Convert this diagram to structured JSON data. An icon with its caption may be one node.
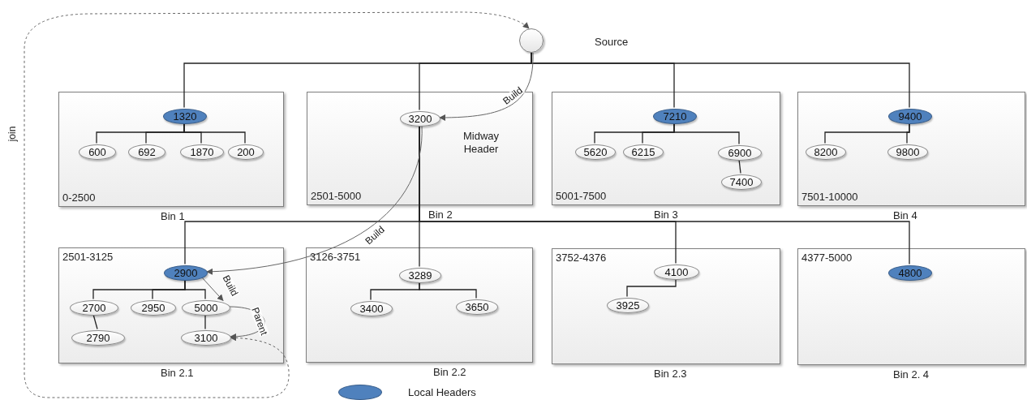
{
  "diagram": {
    "nodes": [
      {
        "text": [],
        "shape": "circle"
      },
      {
        "text": [
          "0-2500",
          "Bin 1"
        ]
      },
      {
        "text": [
          "1320"
        ],
        "in": 1
      },
      {
        "text": [
          "600"
        ],
        "in": 1
      },
      {
        "text": [
          "692"
        ],
        "in": 1
      },
      {
        "text": [
          "1870"
        ],
        "in": 1
      },
      {
        "text": [
          "200"
        ],
        "in": 1
      },
      {
        "text": [
          "2501-5000",
          "Bin 2"
        ]
      },
      {
        "text": [
          "3200"
        ],
        "in": 7,
        "beside": [
          "Midway Header"
        ]
      },
      {
        "text": [
          "5001-7500",
          "Bin 3"
        ]
      },
      {
        "text": [
          "7210"
        ],
        "in": 9
      },
      {
        "text": [
          "5620"
        ],
        "in": 9
      },
      {
        "text": [
          "6215"
        ],
        "in": 9
      },
      {
        "text": [
          "6900"
        ],
        "in": 9
      },
      {
        "text": [
          "7400"
        ],
        "in": 9
      },
      {
        "text": [
          "7501-10000",
          "Bin 4"
        ]
      },
      {
        "text": [
          "9400"
        ],
        "in": 15
      },
      {
        "text": [
          "8200"
        ],
        "in": 15
      },
      {
        "text": [
          "9800"
        ],
        "in": 15
      },
      {
        "text": [
          "2501-3125",
          "Bin 2.1"
        ]
      },
      {
        "text": [
          "2900"
        ],
        "in": 19
      },
      {
        "text": [
          "2700"
        ],
        "in": 19
      },
      {
        "text": [
          "2950"
        ],
        "in": 19
      },
      {
        "text": [
          "5000"
        ],
        "in": 19
      },
      {
        "text": [
          "2790"
        ],
        "in": 19
      },
      {
        "text": [
          "3100"
        ],
        "in": 19
      },
      {
        "text": [
          "3126-3751",
          "Bin 2.2"
        ]
      },
      {
        "text": [
          "3289"
        ],
        "in": 26
      },
      {
        "text": [
          "3400"
        ],
        "in": 26
      },
      {
        "text": [
          "3650"
        ],
        "in": 26
      },
      {
        "text": [
          "3752-4376",
          "Bin 2.3"
        ]
      },
      {
        "text": [
          "4100"
        ],
        "in": 30
      },
      {
        "text": [
          "3925"
        ],
        "in": 30
      },
      {
        "text": [
          "4377-5000",
          "Bin 2. 4"
        ]
      },
      {
        "text": [
          "4800"
        ],
        "in": 33
      }
    ],
    "edges": [
      {
        "from": 0,
        "to": 2,
        "arrow": "none"
      },
      {
        "from": 0,
        "to": 8,
        "arrow": "none"
      },
      {
        "from": 0,
        "to": 10,
        "arrow": "none"
      },
      {
        "from": 0,
        "to": 16,
        "arrow": "none"
      },
      {
        "from": 2,
        "to": 3,
        "arrow": "none"
      },
      {
        "from": 2,
        "to": 4,
        "arrow": "none"
      },
      {
        "from": 2,
        "to": 5,
        "arrow": "none"
      },
      {
        "from": 2,
        "to": 6,
        "arrow": "none"
      },
      {
        "from": 10,
        "to": 11,
        "arrow": "none"
      },
      {
        "from": 10,
        "to": 12,
        "arrow": "none"
      },
      {
        "from": 10,
        "to": 13,
        "arrow": "none"
      },
      {
        "from": 13,
        "to": 14,
        "arrow": "none"
      },
      {
        "from": 16,
        "to": 17,
        "arrow": "none"
      },
      {
        "from": 16,
        "to": 18,
        "arrow": "none"
      },
      {
        "from": 8,
        "to": 20,
        "arrow": "none"
      },
      {
        "from": 8,
        "to": 27,
        "arrow": "none"
      },
      {
        "from": 8,
        "to": 31,
        "arrow": "none"
      },
      {
        "from": 8,
        "to": 34,
        "arrow": "none"
      },
      {
        "from": 20,
        "to": 21,
        "arrow": "none"
      },
      {
        "from": 20,
        "to": 22,
        "arrow": "none"
      },
      {
        "from": 20,
        "to": 23,
        "arrow": "none"
      },
      {
        "from": 21,
        "to": 24,
        "arrow": "none"
      },
      {
        "from": 23,
        "to": 25,
        "arrow": "none"
      },
      {
        "from": 27,
        "to": 28,
        "arrow": "none"
      },
      {
        "from": 27,
        "to": 29,
        "arrow": "none"
      },
      {
        "from": 31,
        "to": 32,
        "arrow": "none"
      },
      {
        "from": 0,
        "to": 8,
        "arrow": "to",
        "label": "Build"
      },
      {
        "from": 8,
        "to": 20,
        "arrow": "to",
        "label": "Build"
      },
      {
        "from": 20,
        "to": 23,
        "arrow": "to",
        "label": "Build"
      },
      {
        "from": 23,
        "to": 25,
        "arrow": "to",
        "label": "Parent"
      },
      {
        "from": 25,
        "to": 0,
        "arrow": "both",
        "label": "join",
        "style": "dashed"
      }
    ],
    "labels": [
      "Source"
    ],
    "legend": [
      {
        "text": "Local Headers",
        "color": "#4f81bd"
      }
    ]
  }
}
